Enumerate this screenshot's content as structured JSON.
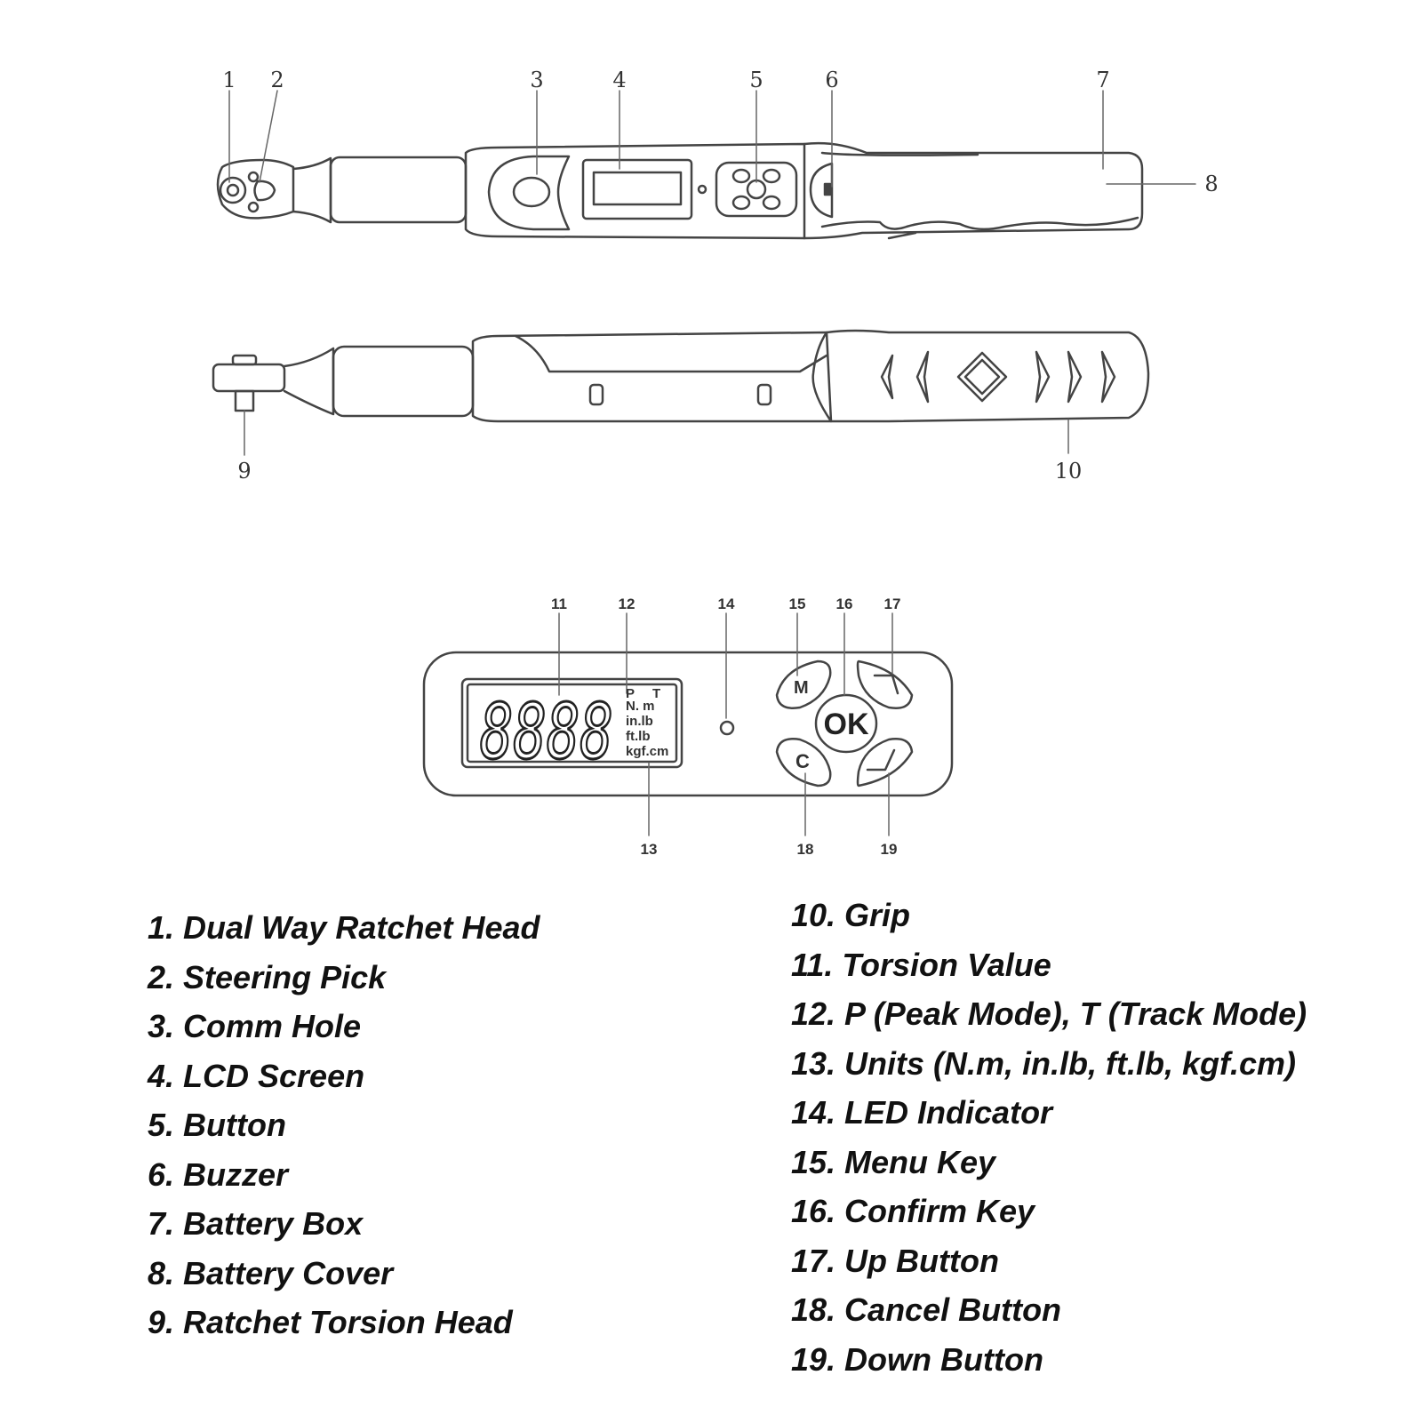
{
  "callouts": {
    "c1": "1",
    "c2": "2",
    "c3": "3",
    "c4": "4",
    "c5": "5",
    "c6": "6",
    "c7": "7",
    "c8": "8",
    "c9": "9",
    "c10": "10",
    "c11": "11",
    "c12": "12",
    "c13": "13",
    "c14": "14",
    "c15": "15",
    "c16": "16",
    "c17": "17",
    "c18": "18",
    "c19": "19"
  },
  "lcd": {
    "digits": "8888",
    "mode_p": "P",
    "mode_t": "T",
    "unit_nm": "N. m",
    "unit_inlb": "in.lb",
    "unit_ftlb": "ft.lb",
    "unit_kgfcm": "kgf.cm"
  },
  "keys": {
    "menu": "M",
    "ok": "OK",
    "cancel": "C"
  },
  "legend_left": [
    "1. Dual Way Ratchet Head",
    "2. Steering Pick",
    "3. Comm Hole",
    "4. LCD Screen",
    "5. Button",
    "6. Buzzer",
    "7. Battery Box",
    "8. Battery Cover",
    "9. Ratchet Torsion Head"
  ],
  "legend_right": [
    "10. Grip",
    "11. Torsion Value",
    "12. P (Peak Mode), T (Track Mode)",
    "13. Units (N.m, in.lb, ft.lb, kgf.cm)",
    "14. LED Indicator",
    "15. Menu Key",
    "16. Confirm Key",
    "17. Up Button",
    "18. Cancel Button",
    "19. Down Button"
  ]
}
